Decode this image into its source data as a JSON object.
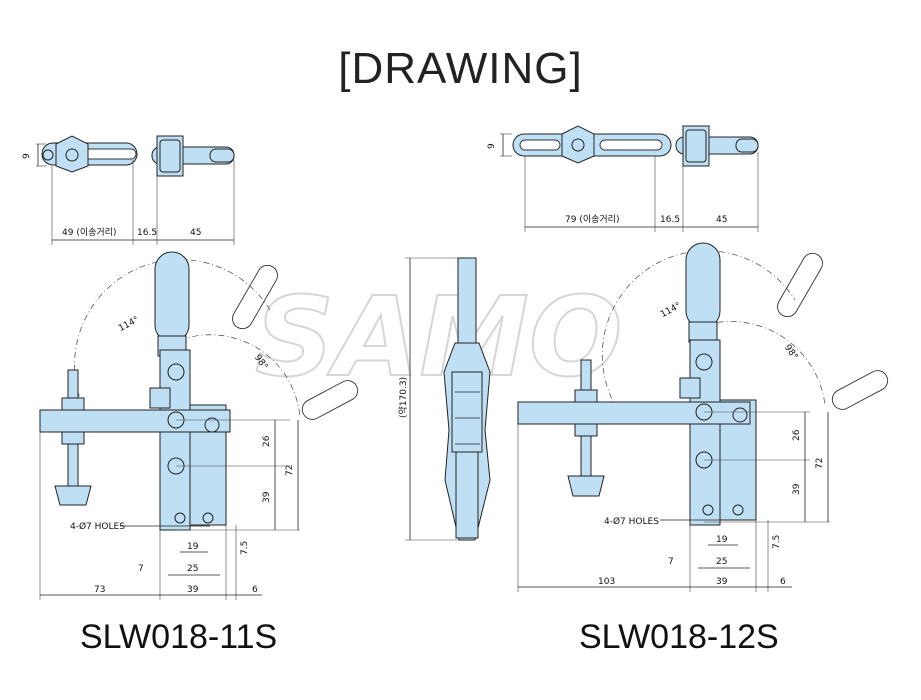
{
  "header": {
    "title": "[DRAWING]"
  },
  "watermark": "SAMO",
  "colors": {
    "part_fill": "#bfe0f4",
    "outline": "#222222"
  },
  "models": [
    {
      "name": "SLW018-11S",
      "top_view": {
        "height": "9",
        "stroke": "49 (이송거리)",
        "offset": "16.5",
        "length": "45"
      },
      "side_view": {
        "angle_open": "114°",
        "angle_close": "98°",
        "dims": [
          "26",
          "72",
          "39",
          "7.5",
          "19",
          "25",
          "7",
          "73",
          "39",
          "6"
        ],
        "holes": "4-Ø7 HOLES"
      }
    },
    {
      "name": "SLW018-12S",
      "top_view": {
        "height": "9",
        "stroke": "79 (이송거리)",
        "offset": "16.5",
        "length": "45"
      },
      "side_view": {
        "angle_open": "114°",
        "angle_close": "98°",
        "dims": [
          "26",
          "72",
          "39",
          "7.5",
          "19",
          "25",
          "7",
          "103",
          "39",
          "6"
        ],
        "holes": "4-Ø7 HOLES"
      }
    }
  ],
  "front_view": {
    "height": "(약170.3)"
  }
}
